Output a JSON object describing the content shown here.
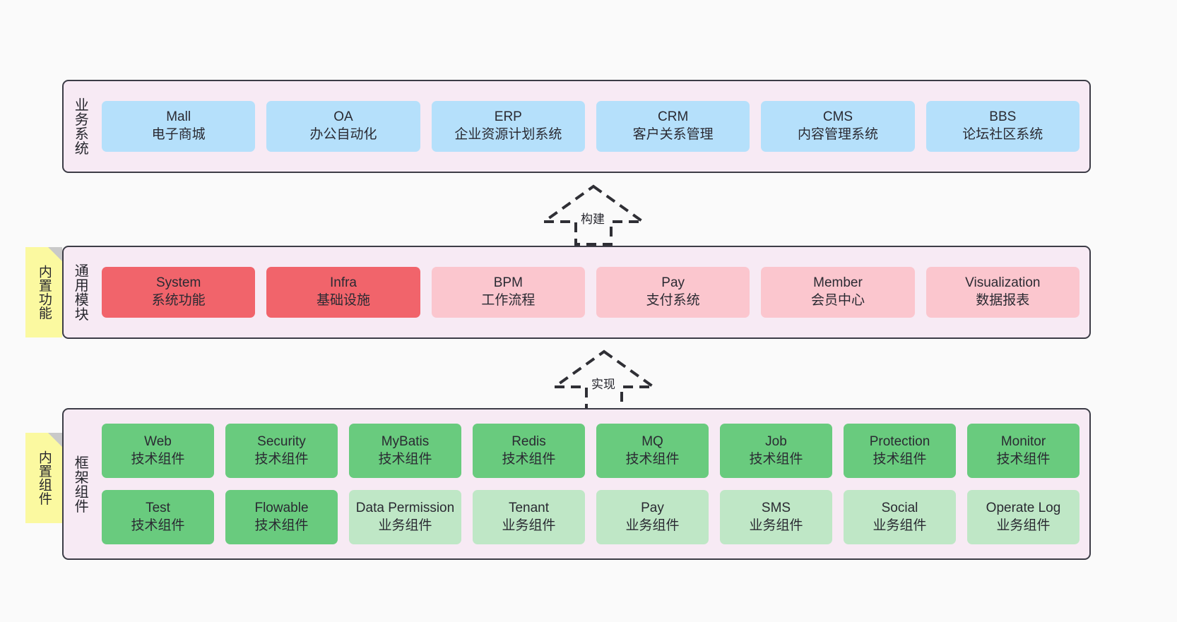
{
  "diagram": {
    "background_color": "#fafafa",
    "layer_fill": "#f7eaf4",
    "layer_border": "#3c3c46",
    "note_color": "#fbf9a0"
  },
  "layers": [
    {
      "id": "business",
      "title": "业务系统",
      "rows": [
        {
          "boxes": [
            {
              "name": "Mall",
              "desc": "电子商城",
              "color": "#b5e0fb",
              "style": "blue"
            },
            {
              "name": "OA",
              "desc": "办公自动化",
              "color": "#b5e0fb",
              "style": "blue"
            },
            {
              "name": "ERP",
              "desc": "企业资源计划系统",
              "color": "#b5e0fb",
              "style": "blue"
            },
            {
              "name": "CRM",
              "desc": "客户关系管理",
              "color": "#b5e0fb",
              "style": "blue"
            },
            {
              "name": "CMS",
              "desc": "内容管理系统",
              "color": "#b5e0fb",
              "style": "blue"
            },
            {
              "name": "BBS",
              "desc": "论坛社区系统",
              "color": "#b5e0fb",
              "style": "blue"
            }
          ]
        }
      ]
    },
    {
      "id": "common",
      "title": "通用模块",
      "note": "内置功能",
      "rows": [
        {
          "boxes": [
            {
              "name": "System",
              "desc": "系统功能",
              "color": "#f1646b",
              "style": "red"
            },
            {
              "name": "Infra",
              "desc": "基础设施",
              "color": "#f1646b",
              "style": "red"
            },
            {
              "name": "BPM",
              "desc": "工作流程",
              "color": "#fbc6ce",
              "style": "pink"
            },
            {
              "name": "Pay",
              "desc": "支付系统",
              "color": "#fbc6ce",
              "style": "pink"
            },
            {
              "name": "Member",
              "desc": "会员中心",
              "color": "#fbc6ce",
              "style": "pink"
            },
            {
              "name": "Visualization",
              "desc": "数据报表",
              "color": "#fbc6ce",
              "style": "pink"
            }
          ]
        }
      ]
    },
    {
      "id": "framework",
      "title": "框架组件",
      "note": "内置组件",
      "rows": [
        {
          "boxes": [
            {
              "name": "Web",
              "desc": "技术组件",
              "color": "#69cb7e",
              "style": "green"
            },
            {
              "name": "Security",
              "desc": "技术组件",
              "color": "#69cb7e",
              "style": "green"
            },
            {
              "name": "MyBatis",
              "desc": "技术组件",
              "color": "#69cb7e",
              "style": "green"
            },
            {
              "name": "Redis",
              "desc": "技术组件",
              "color": "#69cb7e",
              "style": "green"
            },
            {
              "name": "MQ",
              "desc": "技术组件",
              "color": "#69cb7e",
              "style": "green"
            },
            {
              "name": "Job",
              "desc": "技术组件",
              "color": "#69cb7e",
              "style": "green"
            },
            {
              "name": "Protection",
              "desc": "技术组件",
              "color": "#69cb7e",
              "style": "green"
            },
            {
              "name": "Monitor",
              "desc": "技术组件",
              "color": "#69cb7e",
              "style": "green"
            }
          ]
        },
        {
          "boxes": [
            {
              "name": "Test",
              "desc": "技术组件",
              "color": "#69cb7e",
              "style": "green"
            },
            {
              "name": "Flowable",
              "desc": "技术组件",
              "color": "#69cb7e",
              "style": "green"
            },
            {
              "name": "Data Permission",
              "desc": "业务组件",
              "color": "#bfe7c6",
              "style": "lightgreen"
            },
            {
              "name": "Tenant",
              "desc": "业务组件",
              "color": "#bfe7c6",
              "style": "lightgreen"
            },
            {
              "name": "Pay",
              "desc": "业务组件",
              "color": "#bfe7c6",
              "style": "lightgreen"
            },
            {
              "name": "SMS",
              "desc": "业务组件",
              "color": "#bfe7c6",
              "style": "lightgreen"
            },
            {
              "name": "Social",
              "desc": "业务组件",
              "color": "#bfe7c6",
              "style": "lightgreen"
            },
            {
              "name": "Operate Log",
              "desc": "业务组件",
              "color": "#bfe7c6",
              "style": "lightgreen"
            }
          ]
        }
      ]
    }
  ],
  "arrows": [
    {
      "id": "build",
      "label": "构建",
      "from": "common",
      "to": "business"
    },
    {
      "id": "implement",
      "label": "实现",
      "from": "framework",
      "to": "common"
    }
  ]
}
